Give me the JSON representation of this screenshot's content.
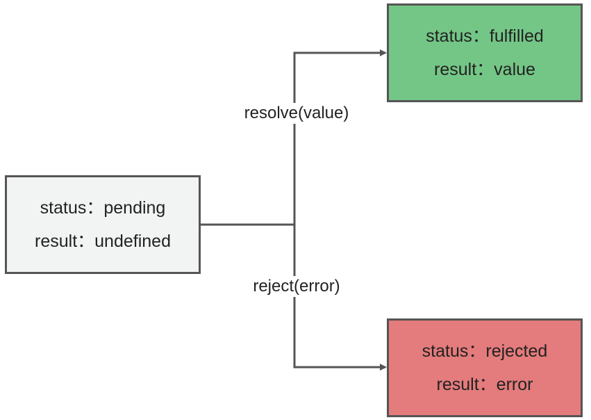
{
  "colors": {
    "pending_fill": "#f2f4f3",
    "fulfilled_fill": "#74c686",
    "rejected_fill": "#e47b7c",
    "line": "#555555"
  },
  "states": {
    "pending": {
      "status_line": "status：pending",
      "result_line": "result：undefined"
    },
    "fulfilled": {
      "status_line": "status：fulfilled",
      "result_line": "result：value"
    },
    "rejected": {
      "status_line": "status：rejected",
      "result_line": "result：error"
    }
  },
  "edges": {
    "resolve_label": "resolve(value)",
    "reject_label": "reject(error)"
  }
}
